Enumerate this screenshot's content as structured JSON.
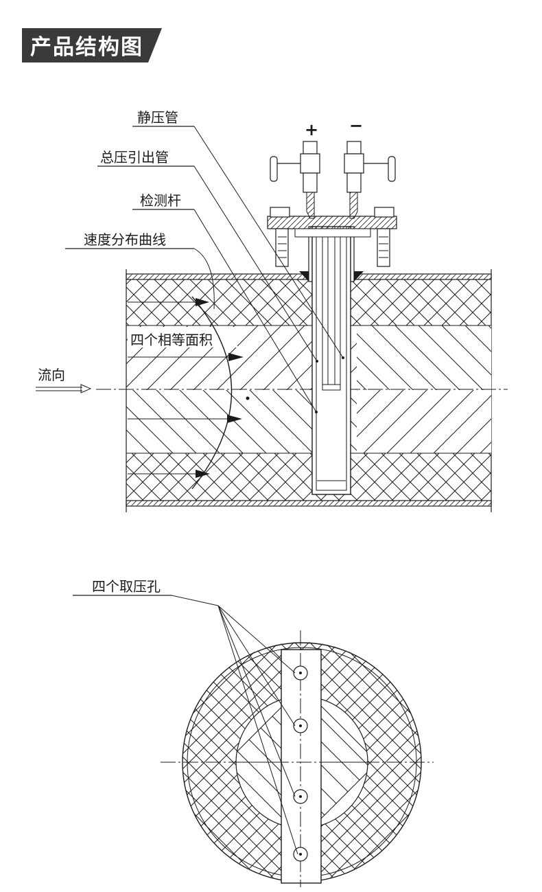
{
  "header": {
    "title": "产品结构图"
  },
  "diagram_top": {
    "labels": {
      "static_tube": "静压管",
      "total_tube": "总压引出管",
      "probe_rod": "检测杆",
      "velocity_curve": "速度分布曲线",
      "four_areas": "四个相等面积",
      "flow": "流向"
    },
    "signs": {
      "plus": "+",
      "minus": "−"
    }
  },
  "diagram_bottom": {
    "labels": {
      "four_holes": "四个取压孔"
    }
  },
  "colors": {
    "line": "#1a1a1a",
    "banner_bg": "#3a3a3a",
    "banner_text": "#ffffff"
  }
}
